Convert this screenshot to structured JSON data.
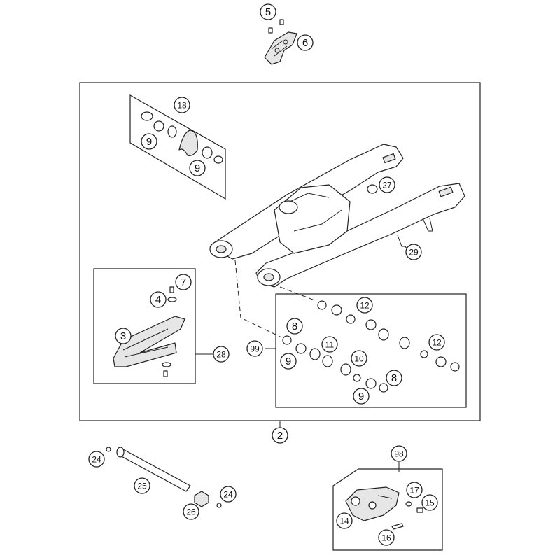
{
  "diagram": {
    "title": "",
    "callouts": [
      {
        "id": "c5",
        "label": "5"
      },
      {
        "id": "c6",
        "label": "6"
      },
      {
        "id": "c18",
        "label": "18"
      },
      {
        "id": "c9a",
        "label": "9"
      },
      {
        "id": "c9b",
        "label": "9"
      },
      {
        "id": "c27",
        "label": "27"
      },
      {
        "id": "c29",
        "label": "29"
      },
      {
        "id": "c7",
        "label": "7"
      },
      {
        "id": "c4",
        "label": "4"
      },
      {
        "id": "c3",
        "label": "3"
      },
      {
        "id": "c28",
        "label": "28"
      },
      {
        "id": "c12a",
        "label": "12"
      },
      {
        "id": "c8a",
        "label": "8"
      },
      {
        "id": "c99",
        "label": "99"
      },
      {
        "id": "c11",
        "label": "11"
      },
      {
        "id": "c12b",
        "label": "12"
      },
      {
        "id": "c9c",
        "label": "9"
      },
      {
        "id": "c10",
        "label": "10"
      },
      {
        "id": "c8b",
        "label": "8"
      },
      {
        "id": "c9d",
        "label": "9"
      },
      {
        "id": "c2",
        "label": "2"
      },
      {
        "id": "c98",
        "label": "98"
      },
      {
        "id": "c24a",
        "label": "24"
      },
      {
        "id": "c25",
        "label": "25"
      },
      {
        "id": "c24b",
        "label": "24"
      },
      {
        "id": "c26",
        "label": "26"
      },
      {
        "id": "c17",
        "label": "17"
      },
      {
        "id": "c15",
        "label": "15"
      },
      {
        "id": "c14",
        "label": "14"
      },
      {
        "id": "c16",
        "label": "16"
      }
    ]
  }
}
